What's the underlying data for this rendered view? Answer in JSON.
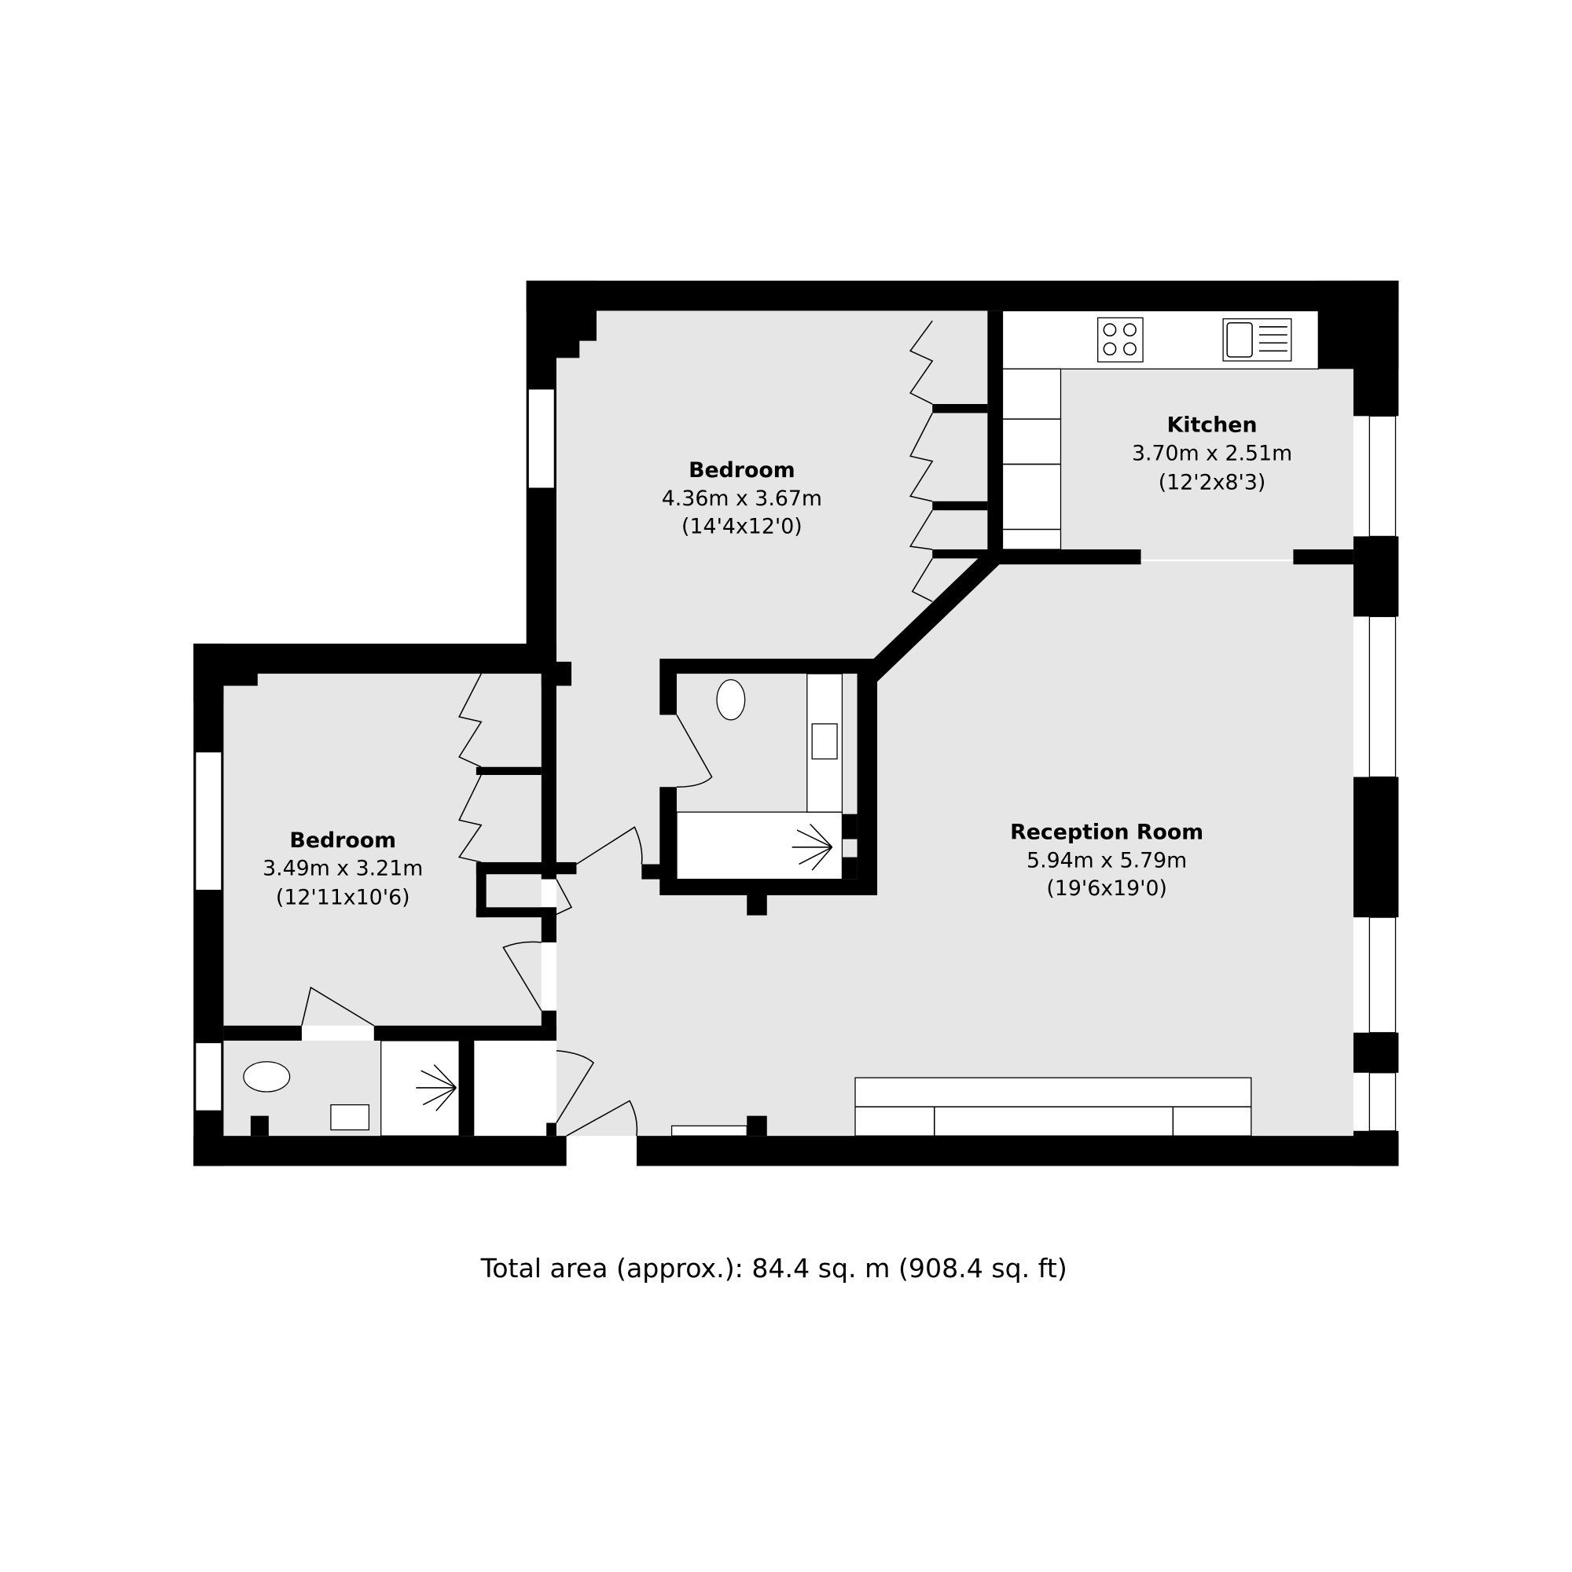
{
  "rooms": [
    {
      "name": "Bedroom",
      "metric": "4.36m x 3.67m",
      "imperial": "(14'4x12'0)"
    },
    {
      "name": "Kitchen",
      "metric": "3.70m x 2.51m",
      "imperial": "(12'2x8'3)"
    },
    {
      "name": "Bedroom",
      "metric": "3.49m x 3.21m",
      "imperial": "(12'11x10'6)"
    },
    {
      "name": "Reception Room",
      "metric": "5.94m x 5.79m",
      "imperial": "(19'6x19'0)"
    }
  ],
  "total_area": "Total area (approx.): 84.4 sq. m (908.4 sq. ft)",
  "colors": {
    "wall": "#000000",
    "floor": "#e6e6e6",
    "background": "#ffffff"
  }
}
